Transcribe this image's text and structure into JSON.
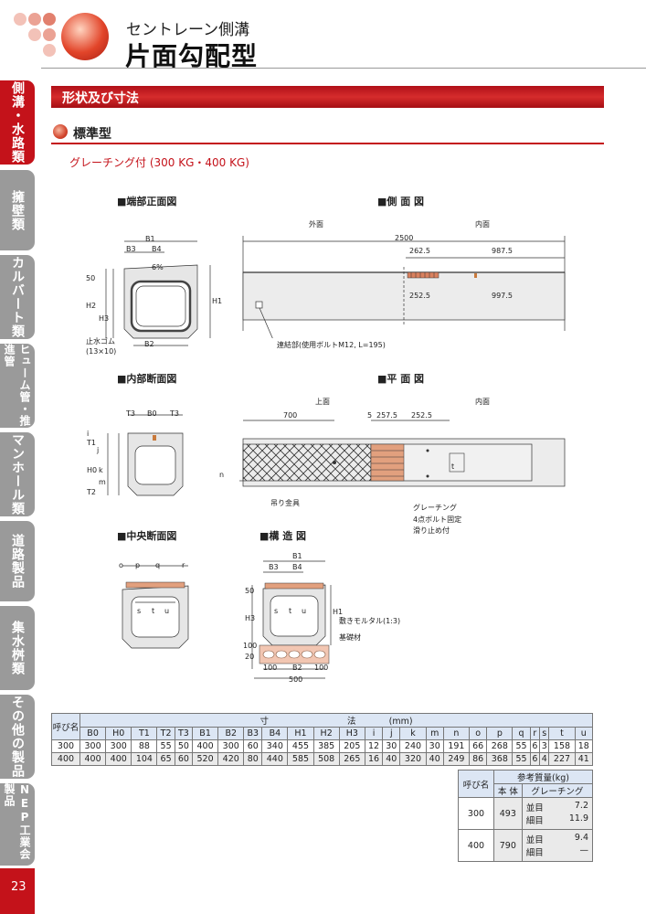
{
  "header": {
    "subtitle": "セントレーン側溝",
    "title": "片面勾配型"
  },
  "sidebar": {
    "tabs": [
      {
        "label": "側溝・水路類",
        "active": true
      },
      {
        "label": "擁壁類",
        "active": false
      },
      {
        "label": "カルバート類",
        "active": false
      },
      {
        "label": "ヒューム管・推進管",
        "active": false
      },
      {
        "label": "マンホール類",
        "active": false
      },
      {
        "label": "道路製品",
        "active": false
      },
      {
        "label": "集水桝類",
        "active": false
      },
      {
        "label": "その他の製品",
        "active": false
      },
      {
        "label": "NEP工業会製品",
        "active": false
      }
    ],
    "page_number": "23"
  },
  "section": {
    "title": "形状及び寸法",
    "subtitle": "標準型",
    "grating_caption": "グレーチング付 (300 KG・400 KG)"
  },
  "figures": {
    "end_front": {
      "title": "■端部正面図",
      "labels": {
        "b1": "B1",
        "b3": "B3",
        "b4": "B4",
        "slope": "6%",
        "h2": "H2",
        "h3": "H3",
        "h1": "H1",
        "d50": "50",
        "b2": "B2",
        "rubber": "止水ゴム",
        "rubber_size": "(13×10)"
      }
    },
    "side": {
      "title": "■側 面 図",
      "labels": {
        "outer": "外面",
        "inner": "内面",
        "len": "2500",
        "d1": "262.5",
        "d2": "987.5",
        "d3": "252.5",
        "d4": "997.5",
        "joint": "連結部(使用ボルトM12, L=195)"
      }
    },
    "inner_section": {
      "title": "■内部断面図",
      "labels": {
        "t3a": "T3",
        "b0": "B0",
        "t3b": "T3",
        "t1": "T1",
        "i": "i",
        "j": "j",
        "h0": "H0",
        "k": "k",
        "m": "m",
        "t2": "T2"
      }
    },
    "plan": {
      "title": "■平 面 図",
      "labels": {
        "top": "上面",
        "inner": "内面",
        "d700": "700",
        "d5": "5",
        "d2575": "257.5",
        "d2525": "252.5",
        "n": "n",
        "t": "t",
        "hook": "吊り金具",
        "grating": "グレーチング",
        "bolt": "4点ボルト固定",
        "slip": "滑り止め付"
      }
    },
    "center_section": {
      "title": "■中央断面図",
      "labels": {
        "o": "o",
        "p": "p",
        "q": "q",
        "r": "r",
        "s": "s",
        "t": "t",
        "u": "u"
      }
    },
    "structure": {
      "title": "■構 造 図",
      "labels": {
        "b1": "B1",
        "b3": "B3",
        "b4": "B4",
        "d50": "50",
        "h1": "H1",
        "h3": "H3",
        "s": "s",
        "t": "t",
        "u": "u",
        "mortar": "敷きモルタル(1:3)",
        "base": "基礎材",
        "d100a": "100",
        "d20": "20",
        "d100b": "100",
        "b2": "B2",
        "d100c": "100",
        "total": "500"
      }
    }
  },
  "dim_table": {
    "name_header": "呼び名",
    "dim_header": "寸",
    "dim_header2": "法",
    "unit": "(mm)",
    "columns": [
      "B0",
      "H0",
      "T1",
      "T2",
      "T3",
      "B1",
      "B2",
      "B3",
      "B4",
      "H1",
      "H2",
      "H3",
      "i",
      "j",
      "k",
      "m",
      "n",
      "o",
      "p",
      "q",
      "r",
      "s",
      "t",
      "u"
    ],
    "rows": [
      {
        "name": "300",
        "values": [
          "300",
          "300",
          "88",
          "55",
          "50",
          "400",
          "300",
          "60",
          "340",
          "455",
          "385",
          "205",
          "12",
          "30",
          "240",
          "30",
          "191",
          "66",
          "268",
          "55",
          "6",
          "3",
          "158",
          "18"
        ]
      },
      {
        "name": "400",
        "values": [
          "400",
          "400",
          "104",
          "65",
          "60",
          "520",
          "420",
          "80",
          "440",
          "585",
          "508",
          "265",
          "16",
          "40",
          "320",
          "40",
          "249",
          "86",
          "368",
          "55",
          "6",
          "4",
          "227",
          "41"
        ]
      }
    ]
  },
  "weight_table": {
    "name_header": "呼び名",
    "ref_header": "参考質量(kg)",
    "body_header": "本 体",
    "grating_header": "グレーチング",
    "rows": [
      {
        "name": "300",
        "body": "493",
        "coarse_label": "並目",
        "coarse": "7.2",
        "fine_label": "細目",
        "fine": "11.9"
      },
      {
        "name": "400",
        "body": "790",
        "coarse_label": "並目",
        "coarse": "9.4",
        "fine_label": "細目",
        "fine": "—"
      }
    ]
  },
  "colors": {
    "accent": "#c4121a",
    "header_cell": "#dce6f4"
  }
}
